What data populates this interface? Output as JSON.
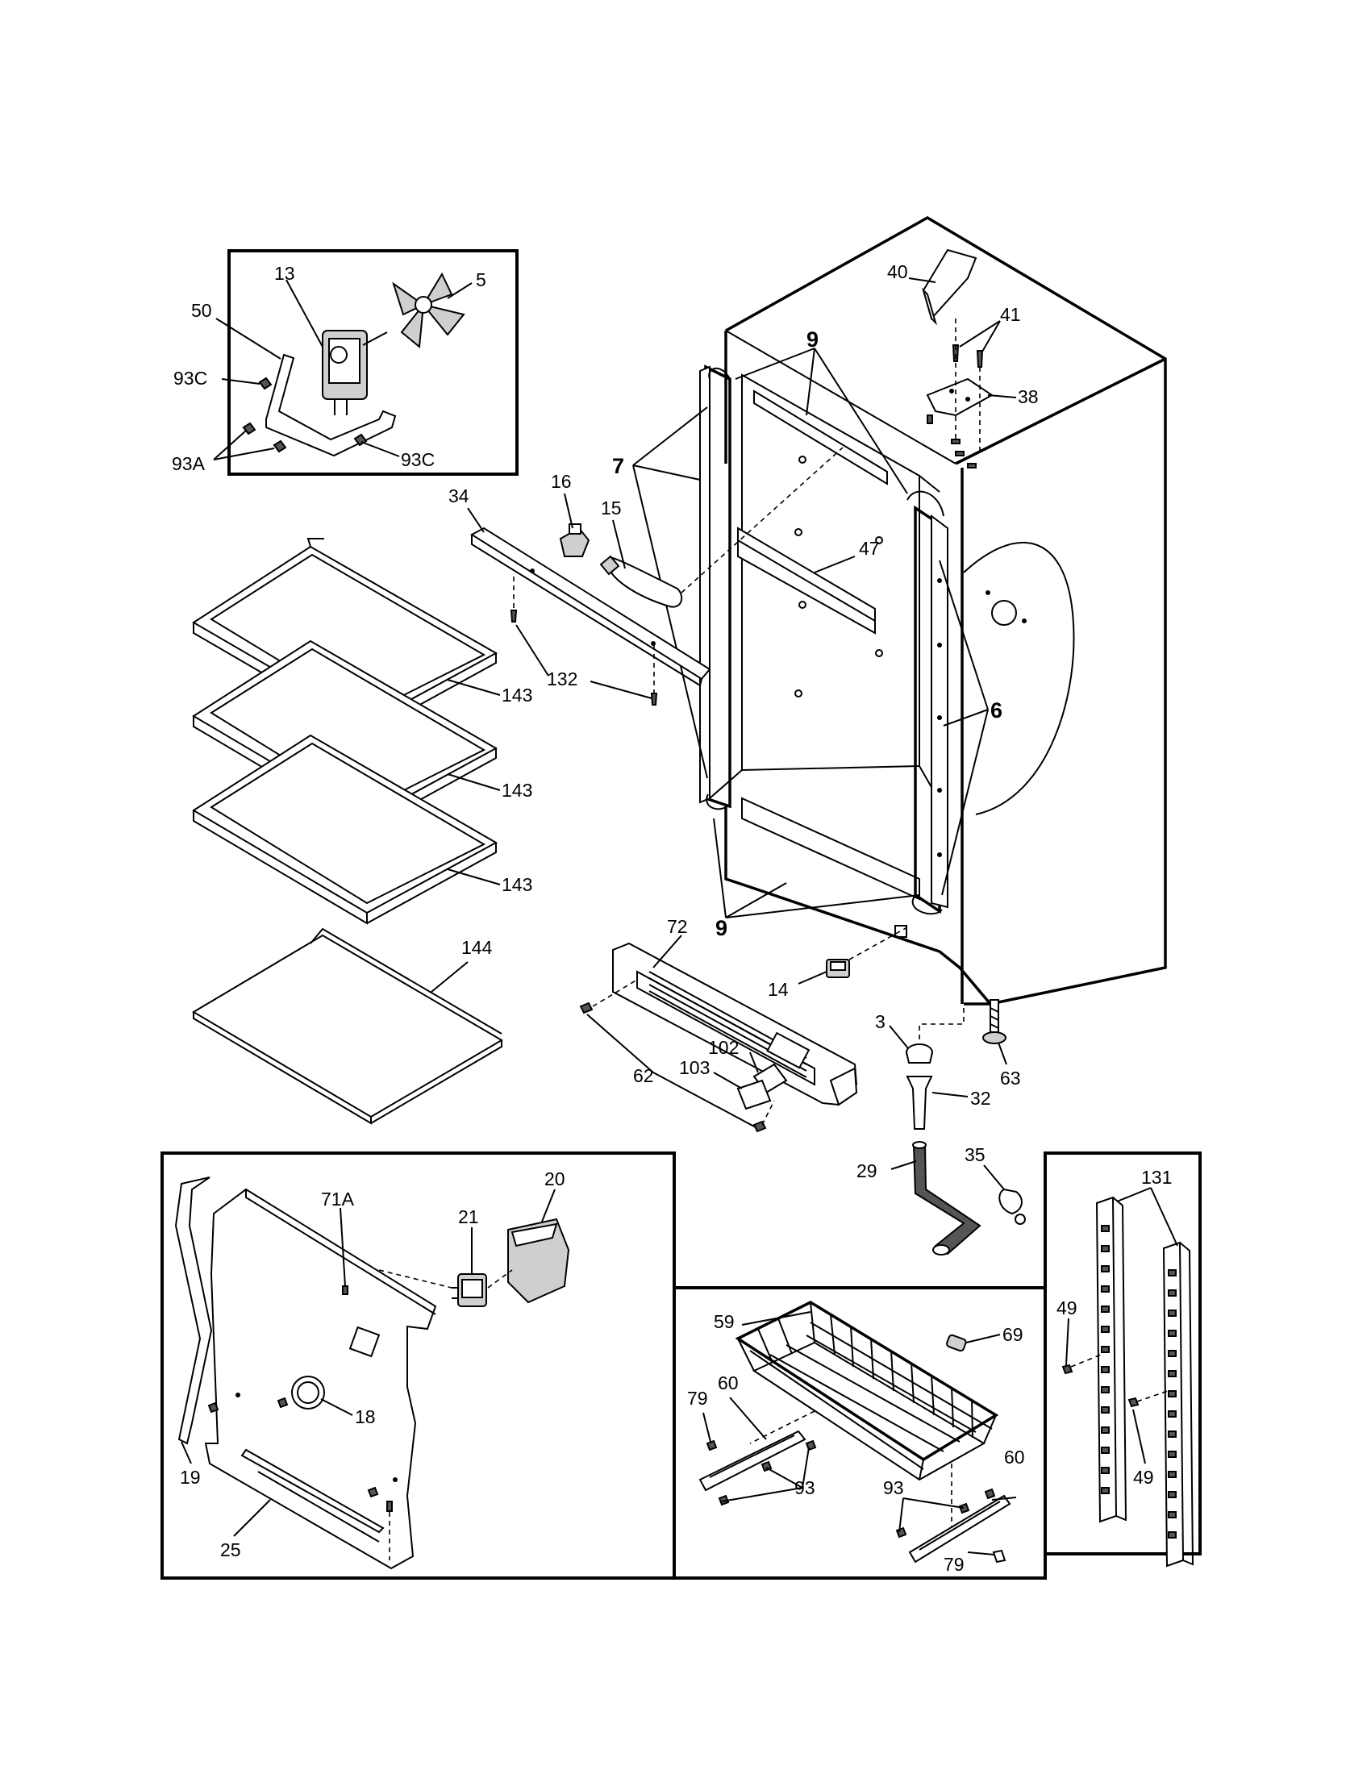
{
  "labels": {
    "l5": "5",
    "l13": "13",
    "l50": "50",
    "l93c_a": "93C",
    "l93c_b": "93C",
    "l93a": "93A",
    "l40": "40",
    "l41": "41",
    "l38": "38",
    "l9_top": "9",
    "l7": "7",
    "l34": "34",
    "l16": "16",
    "l15": "15",
    "l47": "47",
    "l132": "132",
    "l6": "6",
    "l143_a": "143",
    "l143_b": "143",
    "l143_c": "143",
    "l144": "144",
    "l72": "72",
    "l9_bot": "9",
    "l14": "14",
    "l3": "3",
    "l63": "63",
    "l62": "62",
    "l102": "102",
    "l103": "103",
    "l32": "32",
    "l29": "29",
    "l35": "35",
    "l71a": "71A",
    "l21": "21",
    "l20": "20",
    "l18": "18",
    "l19": "19",
    "l25": "25",
    "l59": "59",
    "l69": "69",
    "l79_a": "79",
    "l60_a": "60",
    "l93_a": "93",
    "l93_b": "93",
    "l60_b": "60",
    "l79_b": "79",
    "l131": "131",
    "l49_a": "49",
    "l49_b": "49"
  }
}
